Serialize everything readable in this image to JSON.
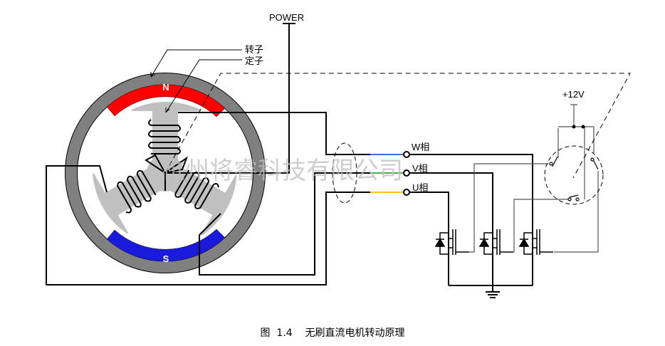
{
  "labels": {
    "power": "POWER",
    "rotor": "转子",
    "stator": "定子",
    "north": "N",
    "south": "S",
    "phase_w": "W相",
    "phase_v": "V相",
    "phase_u": "U相",
    "supply": "+12V"
  },
  "watermark": "杭州将睿科技有限公司",
  "caption": "图  1.4    无刷直流电机转动原理",
  "colors": {
    "north_magnet": "#ff0000",
    "south_magnet": "#1a1adc",
    "ring": "#808080",
    "stator": "#c0c0c0",
    "wire_w": "#3a6fd8",
    "wire_v": "#4caf50",
    "wire_u": "#f5c518"
  }
}
